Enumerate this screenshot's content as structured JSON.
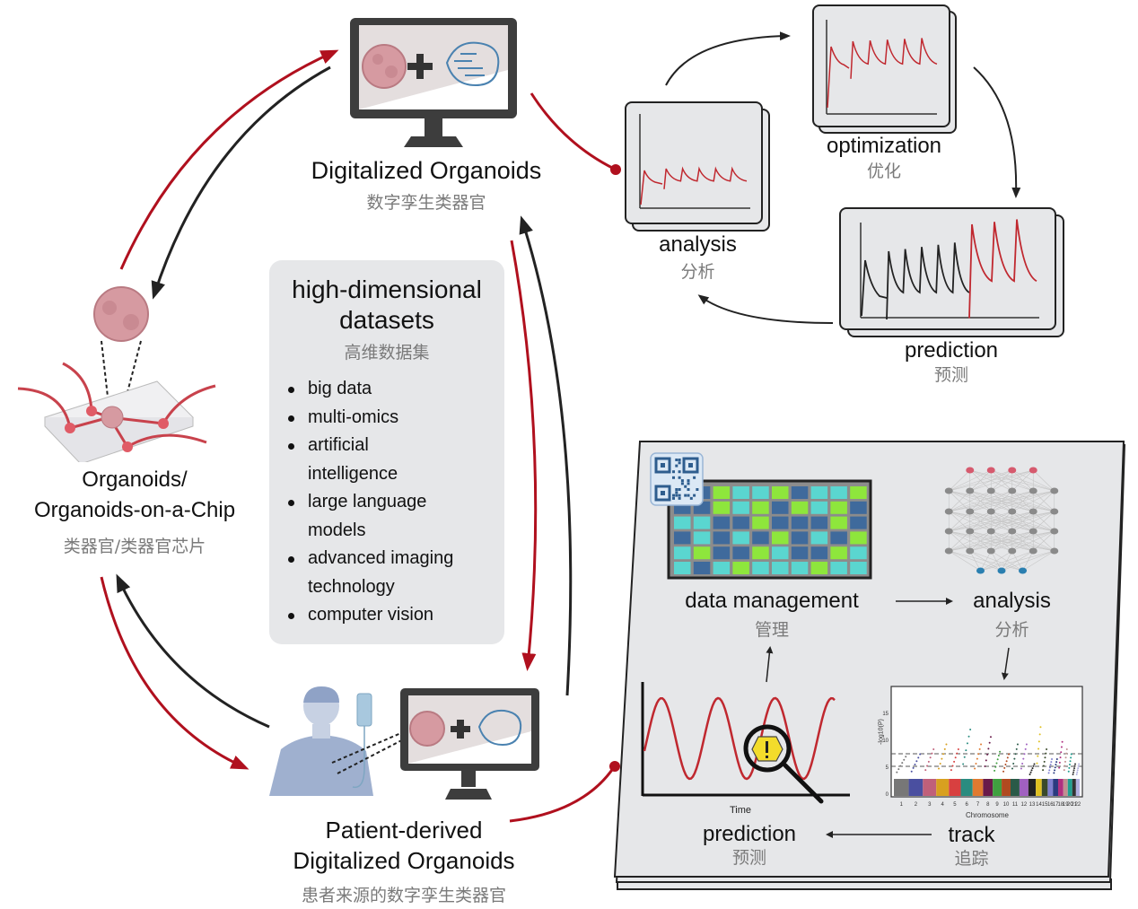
{
  "nodes": {
    "digitalized_organoids": {
      "title": "Digitalized Organoids",
      "subtitle": "数字孪生类器官"
    },
    "organoids_chip": {
      "title_line1": "Organoids/",
      "title_line2": "Organoids-on-a-Chip",
      "subtitle": "类器官/类器官芯片"
    },
    "patient_derived": {
      "title_line1": "Patient-derived",
      "title_line2": "Digitalized Organoids",
      "subtitle": "患者来源的数字孪生类器官"
    }
  },
  "datasets": {
    "title_line1": "high-dimensional",
    "title_line2": "datasets",
    "subtitle": "高维数据集",
    "items": [
      "big data",
      "multi-omics",
      "artificial intelligence",
      "large language models",
      "advanced imaging technology",
      "computer vision"
    ]
  },
  "cycle": {
    "analysis": {
      "title": "analysis",
      "subtitle": "分析"
    },
    "optimization": {
      "title": "optimization",
      "subtitle": "优化"
    },
    "prediction": {
      "title": "prediction",
      "subtitle": "预测"
    }
  },
  "board": {
    "data_management": {
      "title": "data management",
      "subtitle": "管理"
    },
    "analysis": {
      "title": "analysis",
      "subtitle": "分析"
    },
    "track": {
      "title": "track",
      "subtitle": "追踪"
    },
    "prediction": {
      "title": "prediction",
      "subtitle": "预测"
    },
    "time_axis_label": "Time",
    "manhattan": {
      "xlabel": "Chromosome",
      "ylabel": "-log10(P)",
      "yticks": [
        "0",
        "5",
        "10",
        "15"
      ],
      "chromosomes": [
        "1",
        "2",
        "3",
        "4",
        "5",
        "6",
        "7",
        "8",
        "9",
        "10",
        "11",
        "12",
        "13",
        "14",
        "15",
        "16",
        "17",
        "18",
        "19",
        "20",
        "21",
        "22"
      ]
    },
    "heatmap_grid": [
      [
        "C",
        "B",
        "G",
        "C",
        "C",
        "G",
        "B",
        "C",
        "C",
        "G"
      ],
      [
        "B",
        "B",
        "G",
        "C",
        "G",
        "B",
        "G",
        "C",
        "G",
        "B"
      ],
      [
        "C",
        "C",
        "B",
        "B",
        "G",
        "B",
        "B",
        "B",
        "G",
        "B"
      ],
      [
        "B",
        "C",
        "B",
        "C",
        "B",
        "G",
        "B",
        "C",
        "B",
        "G"
      ],
      [
        "C",
        "G",
        "B",
        "B",
        "G",
        "C",
        "B",
        "B",
        "G",
        "C"
      ],
      [
        "C",
        "B",
        "C",
        "G",
        "C",
        "C",
        "C",
        "G",
        "C",
        "C"
      ]
    ]
  },
  "colors": {
    "accent_red": "#b0101e",
    "arrow_black": "#222222",
    "panel_gray": "#e6e7e9",
    "heat_blue": "#3f6a9c",
    "heat_cyan": "#5ad6d0",
    "heat_green": "#8ee63c",
    "warning_yellow": "#f3dc2b"
  }
}
